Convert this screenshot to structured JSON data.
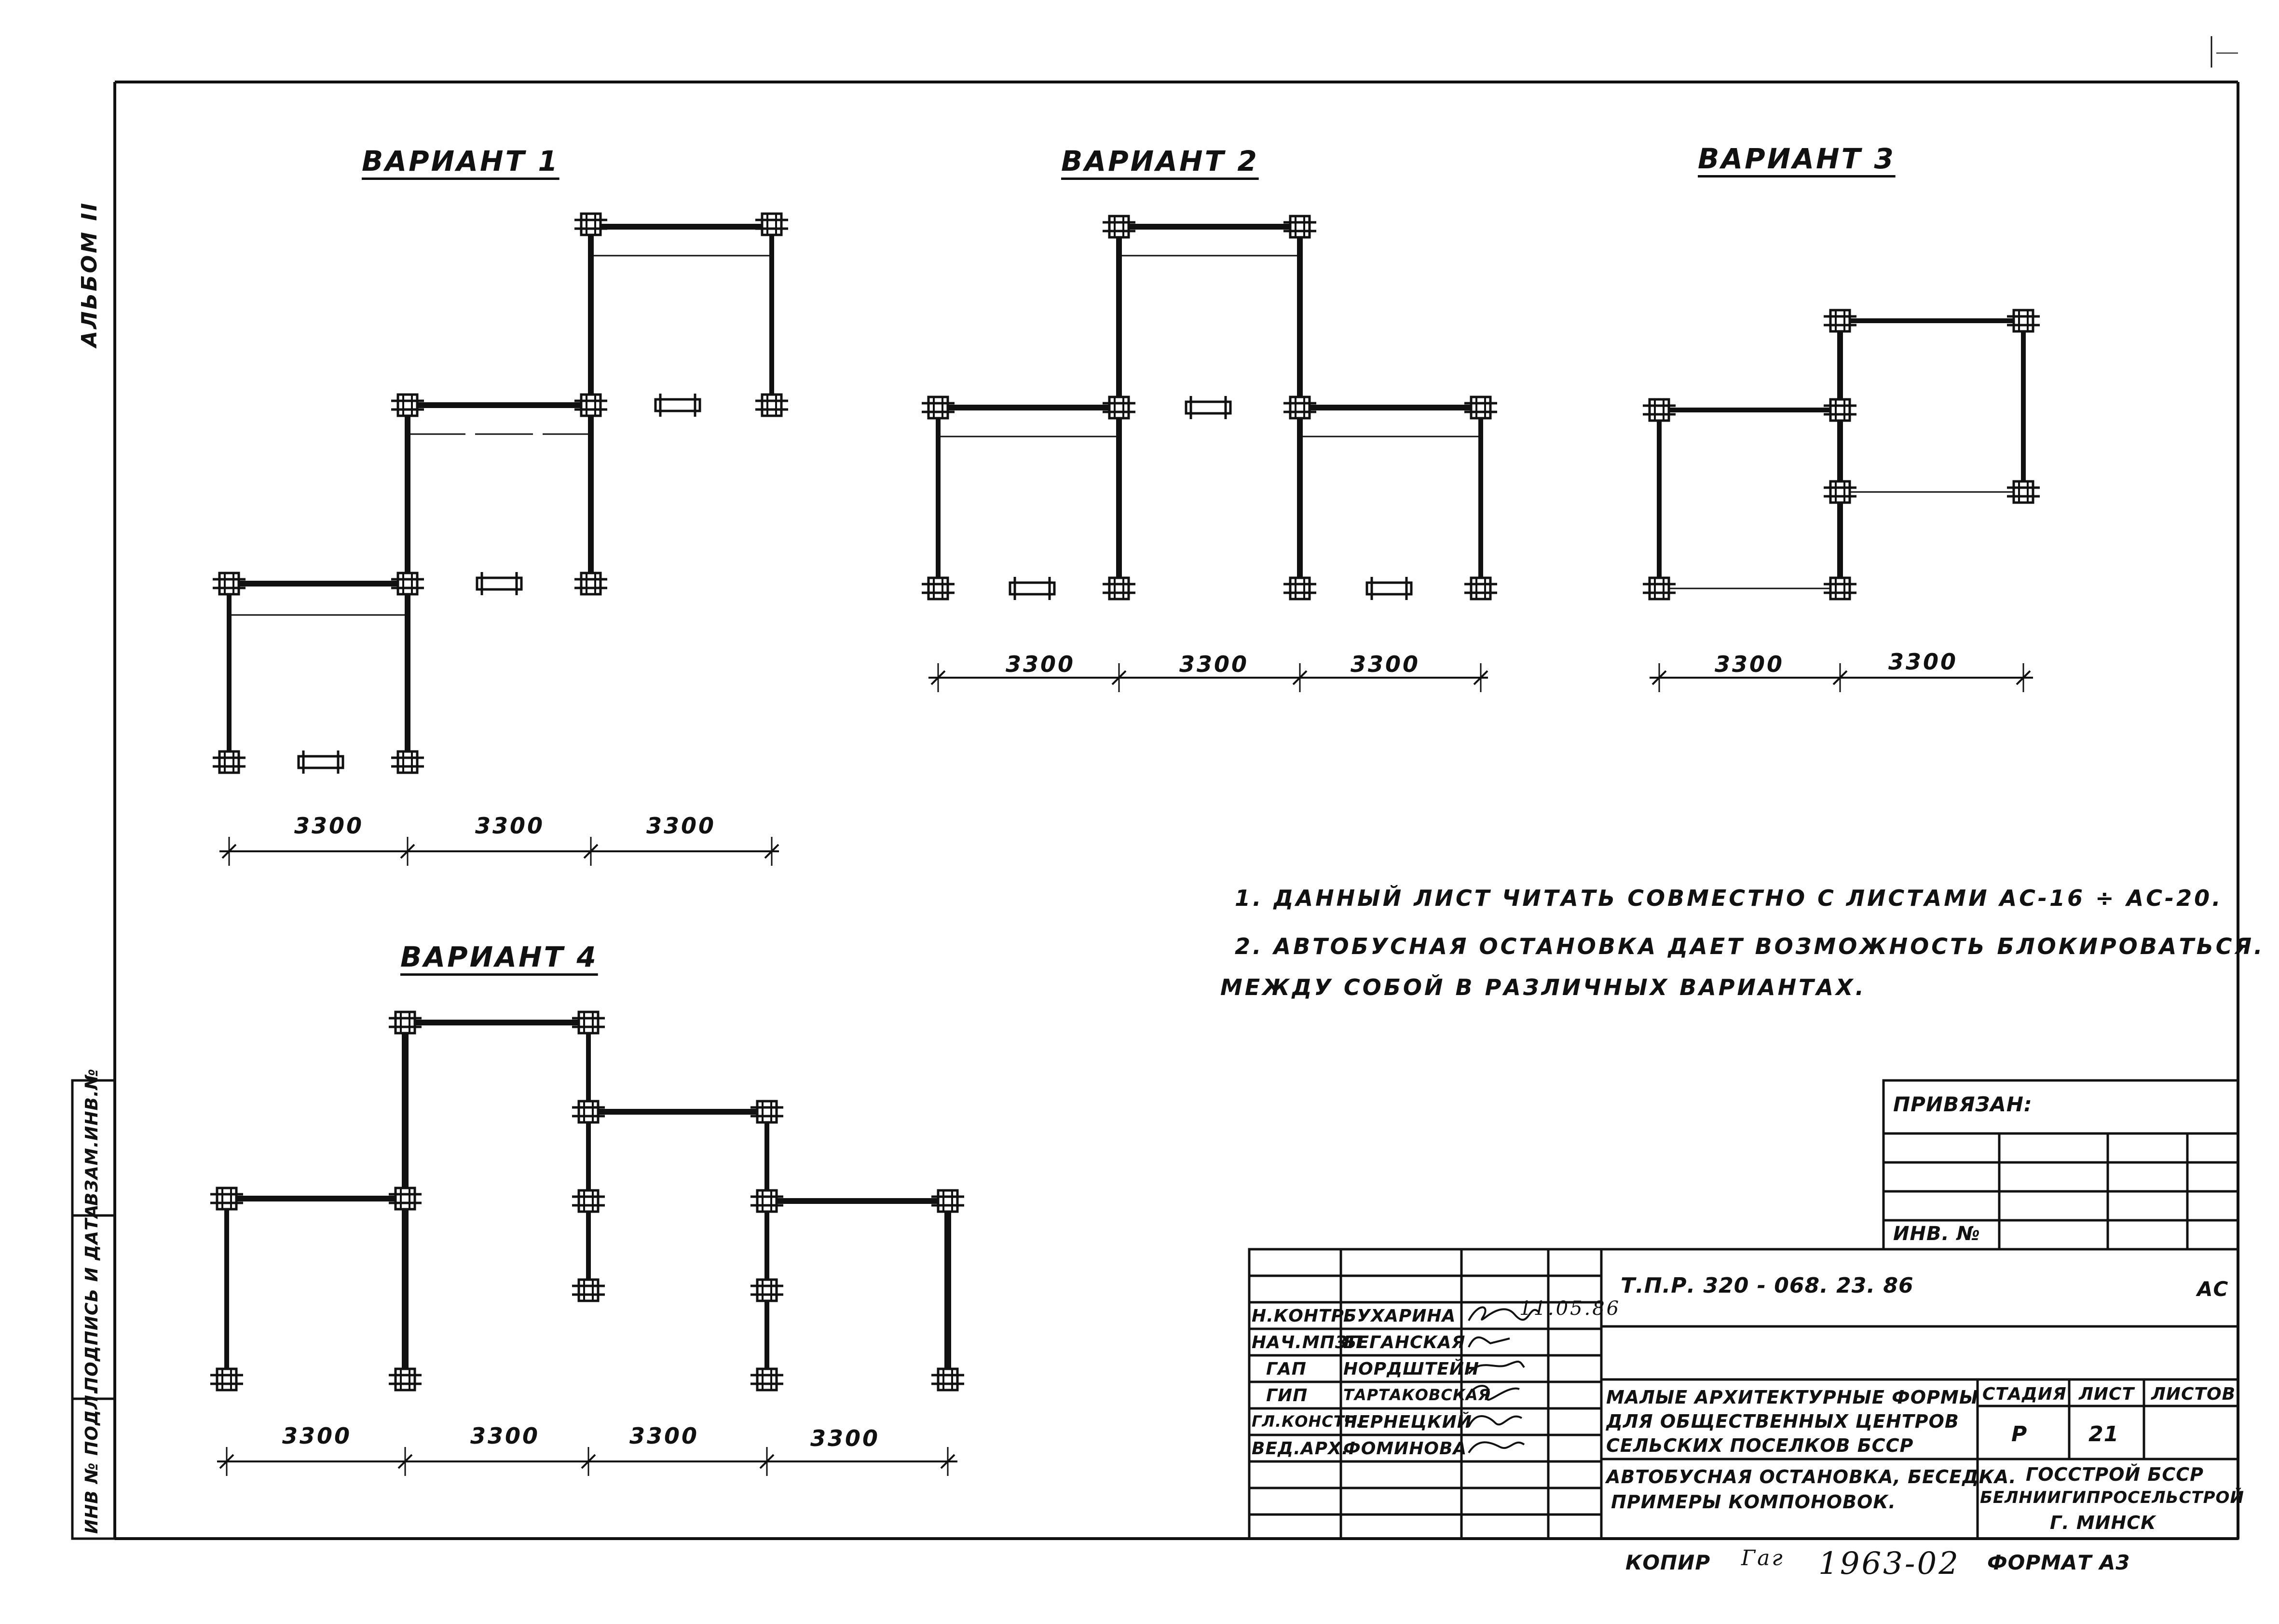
{
  "album_label": "АЛЬБОМ II",
  "variants": {
    "v1": "ВАРИАНТ 1",
    "v2": "ВАРИАНТ 2",
    "v3": "ВАРИАНТ 3",
    "v4": "ВАРИАНТ 4"
  },
  "dimension_label": "3300",
  "notes": [
    "1. ДАННЫЙ ЛИСТ ЧИТАТЬ СОВМЕСТНО С ЛИСТАМИ АС-16 ÷ АС-20.",
    "2. АВТОБУСНАЯ ОСТАНОВКА ДАЕТ ВОЗМОЖНОСТЬ БЛОКИРОВАТЬСЯ.",
    "МЕЖДУ СОБОЙ В РАЗЛИЧНЫХ ВАРИАНТАХ."
  ],
  "side_stamp": [
    "ИНВ № ПОДЛ.",
    "ПОДПИСЬ И ДАТА",
    "ВЗАМ.ИНВ.№"
  ],
  "binding": {
    "title": "ПРИВЯЗАН:",
    "inv": "ИНВ. №"
  },
  "title_block": {
    "code": "Т.П.Р. 320 - 068. 23. 86",
    "mark": "АС",
    "roles": [
      {
        "role": "Н.КОНТР.",
        "name": "БУХАРИНА"
      },
      {
        "role": "НАЧ.МПЗП",
        "name": "БЕГАНСКАЯ"
      },
      {
        "role": "ГАП",
        "name": "НОРДШТЕЙН"
      },
      {
        "role": "ГИП",
        "name": "ТАРТАКОВСКАЯ"
      },
      {
        "role": "ГЛ.КОНСТР.",
        "name": "ЧЕРНЕЦКИЙ"
      },
      {
        "role": "ВЕД.АРХ.",
        "name": "ФОМИНОВА"
      }
    ],
    "sign_date": "11.05.86",
    "project_name": [
      "МАЛЫЕ АРХИТЕКТУРНЫЕ ФОРМЫ",
      "ДЛЯ ОБЩЕСТВЕННЫХ ЦЕНТРОВ",
      "СЕЛЬСКИХ ПОСЕЛКОВ БССР"
    ],
    "sheet_name": [
      "АВТОБУСНАЯ ОСТАНОВКА, БЕСЕДКА.",
      "ПРИМЕРЫ КОМПОНОВОК."
    ],
    "stage_header": "СТАДИЯ",
    "sheet_header": "ЛИСТ",
    "sheets_header": "ЛИСТОВ",
    "stage": "Р",
    "sheet": "21",
    "org": [
      "ГОССТРОЙ БССР",
      "БЕЛНИИГИПРОСЕЛЬСТРОЙ",
      "Г. МИНСК"
    ]
  },
  "footer": {
    "copy": "КОПИР",
    "copy_initials": "Гаг",
    "number": "1963-02",
    "format": "ФОРМАТ А3"
  }
}
